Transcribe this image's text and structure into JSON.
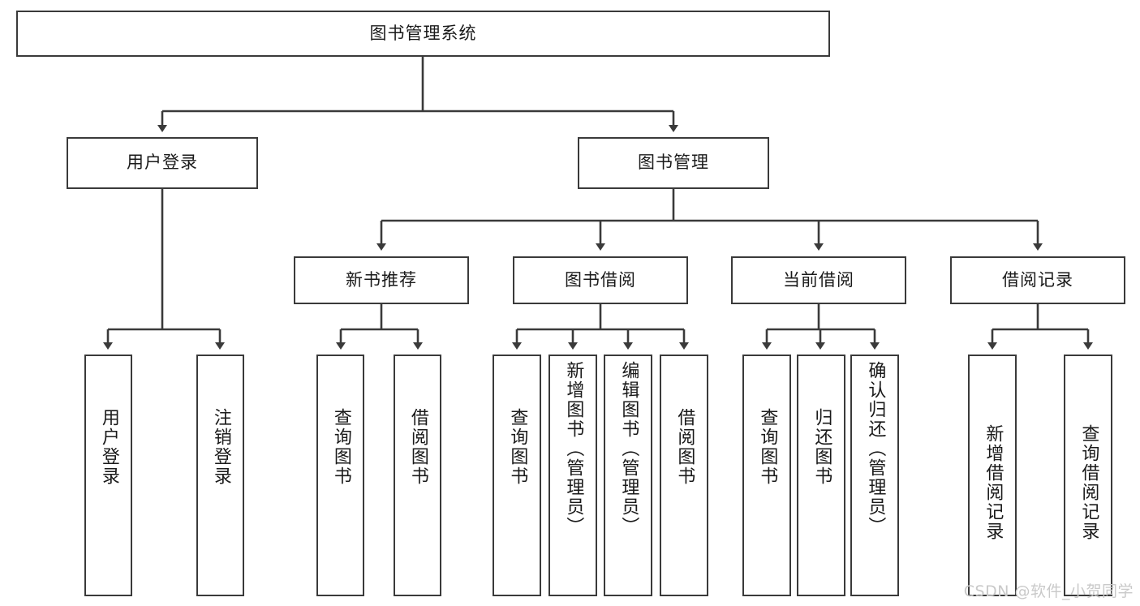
{
  "diagram": {
    "type": "tree",
    "title": "图书管理系统",
    "root": {
      "label": "图书管理系统"
    },
    "level2": [
      {
        "label": "用户登录"
      },
      {
        "label": "图书管理"
      }
    ],
    "level3": [
      {
        "label": "新书推荐"
      },
      {
        "label": "图书借阅"
      },
      {
        "label": "当前借阅"
      },
      {
        "label": "借阅记录"
      }
    ],
    "leaves": {
      "user_login": [
        {
          "label": "用户登录"
        },
        {
          "label": "注销登录"
        }
      ],
      "new_book_recommend": [
        {
          "label": "查询图书"
        },
        {
          "label": "借阅图书"
        }
      ],
      "book_borrow": [
        {
          "label": "查询图书"
        },
        {
          "label": "新增图书（管理员）"
        },
        {
          "label": "编辑图书（管理员）"
        },
        {
          "label": "借阅图书"
        }
      ],
      "current_borrow": [
        {
          "label": "查询图书"
        },
        {
          "label": "归还图书"
        },
        {
          "label": "确认归还（管理员）"
        }
      ],
      "borrow_record": [
        {
          "label": "新增借阅记录"
        },
        {
          "label": "查询借阅记录"
        }
      ]
    }
  },
  "watermark": {
    "text": "CSDN @软件_小贺同学"
  },
  "colors": {
    "stroke": "#3a3a3a",
    "background": "#ffffff",
    "text": "#1a1a1a",
    "watermark": "#c9c9c9"
  }
}
